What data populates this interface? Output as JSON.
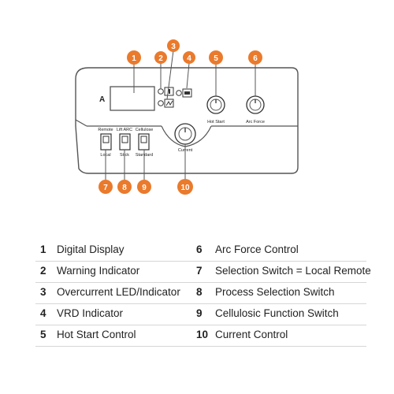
{
  "panel": {
    "display_letter": "A",
    "switch_labels": {
      "s7_top": "Remote",
      "s7_bottom": "Local",
      "s8_top": "Lift ARC",
      "s8_bottom": "Stick",
      "s9_top": "Cellulose",
      "s9_bottom": "Standard"
    },
    "knob_labels": {
      "hot_start": "Hot Start",
      "arc_force": "Arc Force",
      "current": "Current"
    }
  },
  "callouts": [
    "1",
    "2",
    "3",
    "4",
    "5",
    "6",
    "7",
    "8",
    "9",
    "10"
  ],
  "legend": [
    {
      "left": {
        "num": "1",
        "text": "Digital Display"
      },
      "right": {
        "num": "6",
        "text": "Arc Force Control"
      }
    },
    {
      "left": {
        "num": "2",
        "text": "Warning Indicator"
      },
      "right": {
        "num": "7",
        "text": "Selection Switch = Local Remote"
      }
    },
    {
      "left": {
        "num": "3",
        "text": "Overcurrent LED/Indicator"
      },
      "right": {
        "num": "8",
        "text": "Process Selection Switch"
      }
    },
    {
      "left": {
        "num": "4",
        "text": "VRD Indicator"
      },
      "right": {
        "num": "9",
        "text": "Cellulosic Function Switch"
      }
    },
    {
      "left": {
        "num": "5",
        "text": "Hot Start Control"
      },
      "right": {
        "num": "10",
        "text": "Current Control"
      }
    }
  ],
  "colors": {
    "callout": "#ea7a2c",
    "line": "#555555",
    "divider": "#d6d6d6"
  }
}
